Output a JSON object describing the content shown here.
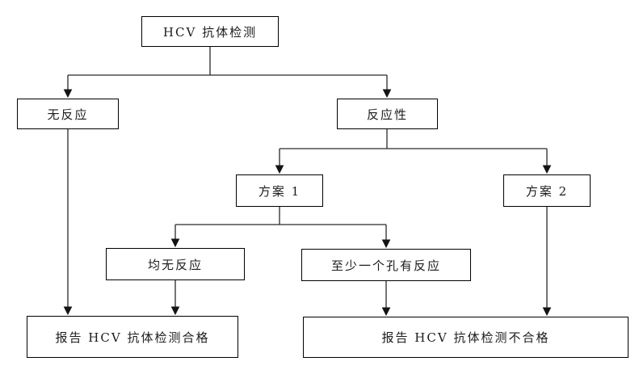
{
  "diagram": {
    "type": "flowchart",
    "nodes": {
      "root": {
        "label": "HCV 抗体检测"
      },
      "non_reactive": {
        "label": "无反应"
      },
      "reactive": {
        "label": "反应性"
      },
      "scheme_1": {
        "label": "方案 1"
      },
      "scheme_2": {
        "label": "方案 2"
      },
      "all_wells_non_reactive": {
        "label": "均无反应"
      },
      "at_least_one_well_reactive": {
        "label": "至少一个孔有反应"
      },
      "report_qualified": {
        "label": "报告 HCV 抗体检测合格"
      },
      "report_unqualified": {
        "label": "报告 HCV 抗体检测不合格"
      }
    },
    "edges": [
      {
        "from": "root",
        "to": "non_reactive"
      },
      {
        "from": "root",
        "to": "reactive"
      },
      {
        "from": "reactive",
        "to": "scheme_1"
      },
      {
        "from": "reactive",
        "to": "scheme_2"
      },
      {
        "from": "scheme_1",
        "to": "all_wells_non_reactive"
      },
      {
        "from": "scheme_1",
        "to": "at_least_one_well_reactive"
      },
      {
        "from": "non_reactive",
        "to": "report_qualified"
      },
      {
        "from": "all_wells_non_reactive",
        "to": "report_qualified"
      },
      {
        "from": "at_least_one_well_reactive",
        "to": "report_unqualified"
      },
      {
        "from": "scheme_2",
        "to": "report_unqualified"
      }
    ],
    "colors": {
      "line": "#2a2a2a",
      "arrowhead": "#141414",
      "box_border": "#000000",
      "text": "#1c1c1c",
      "background": "#ffffff"
    }
  }
}
